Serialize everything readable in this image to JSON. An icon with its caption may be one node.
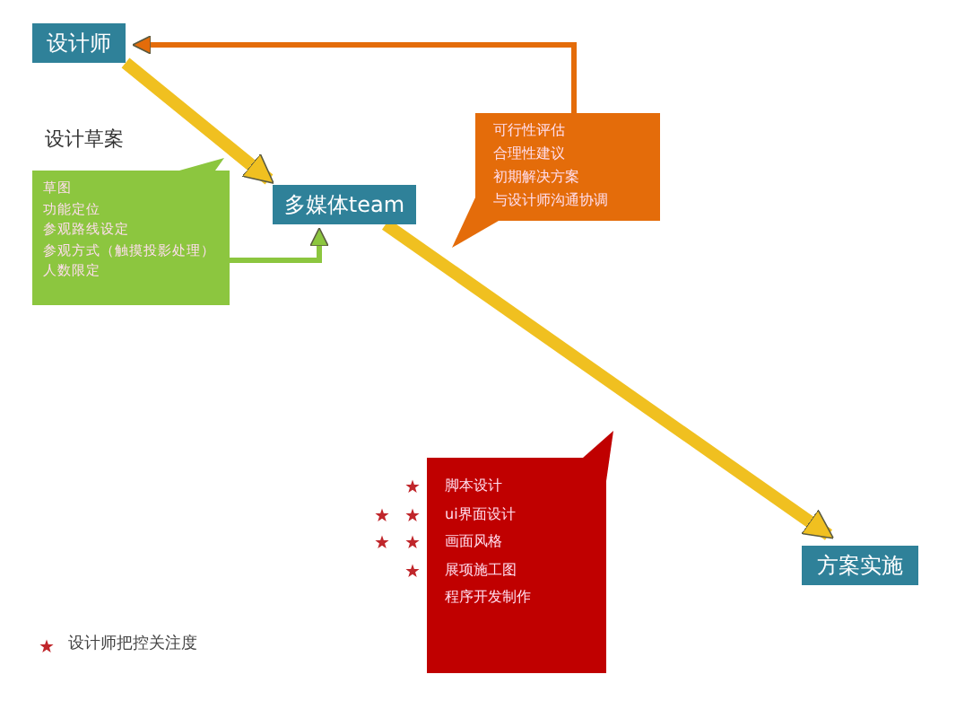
{
  "diagram": {
    "nodes": [
      {
        "text": [
          "设计师"
        ]
      },
      {
        "text": [
          "设计草案",
          "草图",
          "功能定位",
          "参观路线设定",
          "参观方式（触摸投影处理）",
          "人数限定"
        ]
      },
      {
        "text": [
          "多媒体team"
        ]
      },
      {
        "text": [
          "可行性评估",
          "合理性建议",
          "初期解决方案",
          "与设计师沟通协调"
        ]
      },
      {
        "text": [
          "脚本设计",
          "ui界面设计",
          "画面风格",
          "展项施工图",
          "程序开发制作"
        ]
      },
      {
        "text": [
          "方案实施"
        ]
      }
    ],
    "edges": [
      {
        "from": 0,
        "to": 2,
        "arrow": "to",
        "style": "thick"
      },
      {
        "from": 2,
        "to": 5,
        "arrow": "to",
        "style": "thick"
      },
      {
        "from": 3,
        "to": 0,
        "arrow": "to",
        "color": "#e46c0a"
      },
      {
        "from": 1,
        "to": 2,
        "arrow": "to",
        "color": "#8cc63f"
      }
    ],
    "legend": [
      {
        "text": "设计师把控关注度"
      }
    ]
  }
}
